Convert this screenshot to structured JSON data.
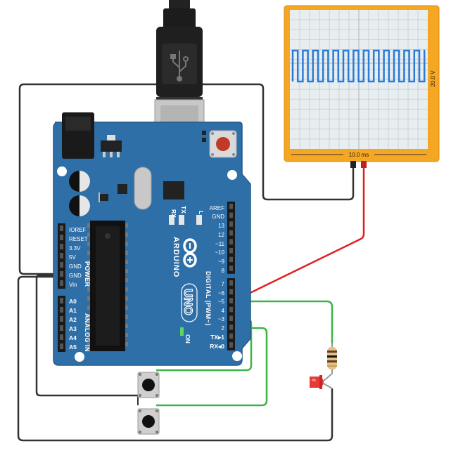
{
  "oscilloscope": {
    "time_label": "10.0 ms",
    "voltage_label": "20.0 V",
    "colors": {
      "frame": "#f5a623",
      "screen": "#e8eef0",
      "trace": "#2b7bd6"
    }
  },
  "board": {
    "brand": "ARDUINO",
    "model": "UNO",
    "digital_label": "DIGITAL (PWM~)",
    "power_label": "POWER",
    "analog_label": "ANALOG IN",
    "rx_label": "RX",
    "tx_label": "TX",
    "l_label": "L",
    "on_label": "ON",
    "power_pins": [
      "IOREF",
      "RESET",
      "3.3V",
      "5V",
      "GND",
      "GND",
      "Vin"
    ],
    "analog_pins": [
      "A0",
      "A1",
      "A2",
      "A3",
      "A4",
      "A5"
    ],
    "digital_upper_pins": [
      "AREF",
      "GND",
      "13",
      "12",
      "~11",
      "~10",
      "~9",
      "8"
    ],
    "digital_lower_pins": [
      "7",
      "~6",
      "~5",
      "4",
      "~3",
      "2",
      "TX▸1",
      "RX◂0"
    ],
    "colors": {
      "pcb": "#2f6fa8",
      "pcb_dark": "#245a8a"
    }
  },
  "wires": {
    "colors": {
      "ground": "#333333",
      "signal": "#e02020",
      "button": "#3db34a"
    }
  },
  "icons": {
    "usb": "usb-icon",
    "reset": "reset-button"
  }
}
